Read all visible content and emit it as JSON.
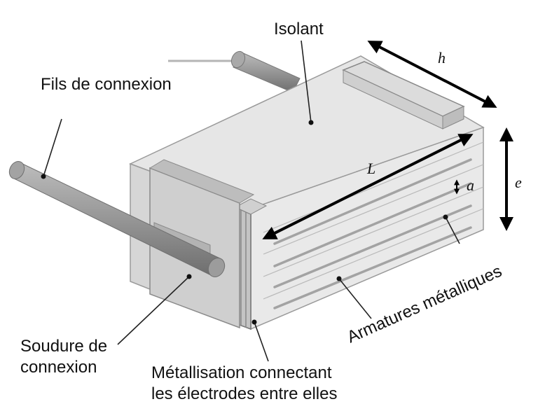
{
  "labels": {
    "isolant": "Isolant",
    "fils": "Fils de connexion",
    "soudure_line1": "Soudure de",
    "soudure_line2": "connexion",
    "metallisation_line1": "Métallisation connectant",
    "metallisation_line2": "les électrodes entre elles",
    "armatures": "Armatures métalliques"
  },
  "dimensions": {
    "h": "h",
    "L": "L",
    "a": "a",
    "e": "e"
  },
  "colors": {
    "body_top": "#e6e6e6",
    "body_front": "#e9e9e9",
    "body_side": "#d6d6d6",
    "end_plate": "#cfcfcf",
    "wire": "#8c8c8c",
    "outline": "#9a9a9a",
    "stripe": "#a8a8a8",
    "arrow": "#000000"
  }
}
